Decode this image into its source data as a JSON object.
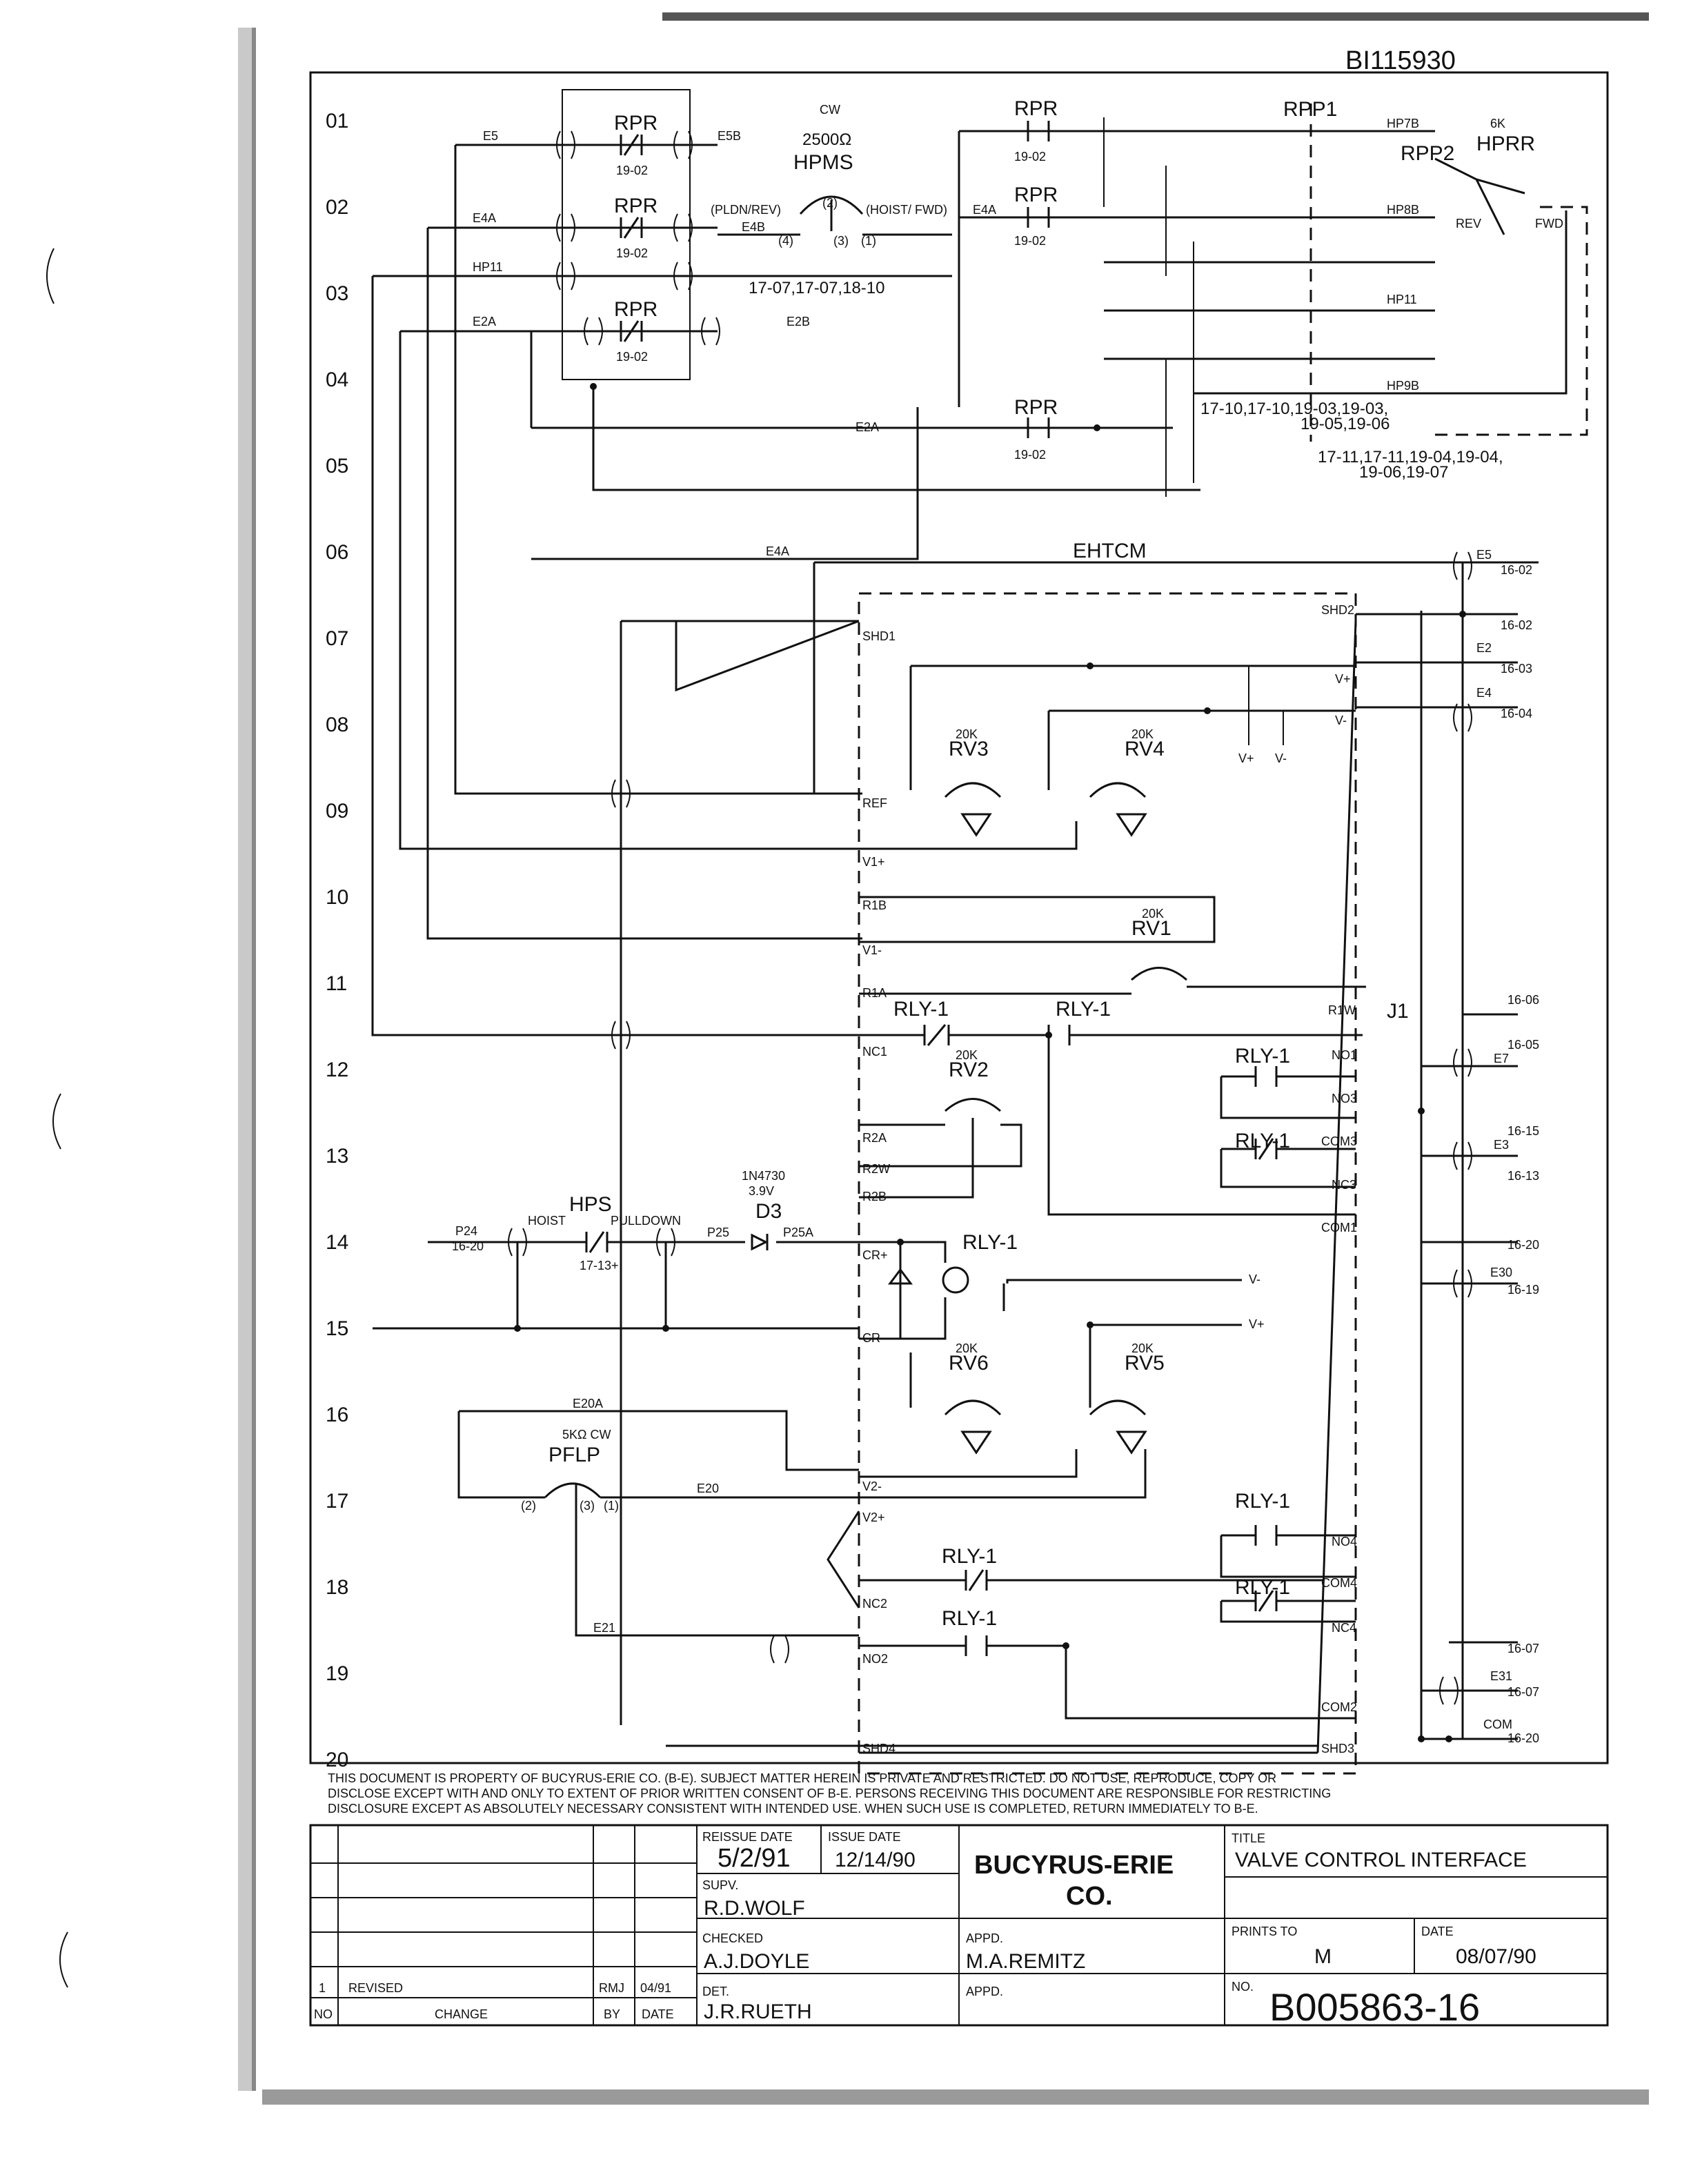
{
  "doc_id": "BI115930",
  "row_numbers": [
    "01",
    "02",
    "03",
    "04",
    "05",
    "06",
    "07",
    "08",
    "09",
    "10",
    "11",
    "12",
    "13",
    "14",
    "15",
    "16",
    "17",
    "18",
    "19",
    "20"
  ],
  "top": {
    "rpr": "RPR",
    "rpr_ref": "19-02",
    "hpms_dir": "CW",
    "hpms_val": "2500Ω",
    "hpms": "HPMS",
    "pldn_rev": "(PLDN/REV)",
    "hoist_fwd": "(HOIST/ FWD)",
    "pin2": "(2)",
    "pin4": "(4)",
    "pin3": "(3)",
    "pin1": "(1)",
    "refs_03": "17-07,17-07,18-10",
    "rpp1": "RPP1",
    "rpp2": "RPP2",
    "hprr_val": "6K",
    "hprr": "HPRR",
    "rev": "REV",
    "fwd": "FWD",
    "refs_04a": "17-10,17-10,19-03,19-03,",
    "refs_04b": "19-05,19-06",
    "refs_05a": "17-11,17-11,19-04,19-04,",
    "refs_05b": "19-06,19-07"
  },
  "wires": {
    "e5": "E5",
    "e5b": "E5B",
    "e4a": "E4A",
    "e4b": "E4B",
    "hp11": "HP11",
    "e2a": "E2A",
    "e2b": "E2B",
    "hp7b": "HP7B",
    "hp8b": "HP8B",
    "hp9b": "HP9B",
    "e20a": "E20A",
    "e20": "E20",
    "e21": "E21",
    "p24": "P24",
    "p25": "P25",
    "p25a": "P25A",
    "e2": "E2",
    "e4": "E4",
    "e7": "E7",
    "e3": "E3",
    "e30": "E30",
    "e31": "E31",
    "com": "COM"
  },
  "ehtcm": {
    "title": "EHTCM",
    "pins_left": [
      "SHD1",
      "REF",
      "V1+",
      "R1B",
      "V1-",
      "R1A",
      "NC1",
      "R2A",
      "R2W",
      "R2B",
      "CR+",
      "CR-",
      "V2-",
      "V2+",
      "NC2",
      "NO2",
      "SHD4"
    ],
    "pins_right": [
      "SHD2",
      "V+",
      "V-",
      "R1W",
      "NO1",
      "NO3",
      "COM3",
      "NC3",
      "COM1",
      "NO4",
      "COM4",
      "NC4",
      "COM2",
      "SHD3"
    ],
    "j1": "J1",
    "rv_value": "20K",
    "rv": [
      "RV3",
      "RV4",
      "RV1",
      "RV2",
      "RV6",
      "RV5"
    ],
    "rly": "RLY-1",
    "vplus": "V+",
    "vminus": "V-"
  },
  "right_refs": [
    "16-02",
    "16-02",
    "16-03",
    "16-04",
    "16-06",
    "16-05",
    "16-15",
    "16-13",
    "16-20",
    "16-19",
    "16-07",
    "16-07",
    "16-20"
  ],
  "lower": {
    "hps": "HPS",
    "hoist": "HOIST",
    "pulldown": "PULLDOWN",
    "hps_ref": "17-13+",
    "p24_ref": "16-20",
    "diode_part": "1N4730",
    "diode_v": "3.9V",
    "d3": "D3",
    "pflp_val": "5KΩ CW",
    "pflp": "PFLP",
    "pflp_pin2": "(2)",
    "pflp_pin3": "(3)",
    "pflp_pin1": "(1)"
  },
  "notice": [
    "THIS DOCUMENT IS PROPERTY OF BUCYRUS-ERIE CO. (B-E). SUBJECT MATTER HEREIN IS PRIVATE AND RESTRICTED. DO NOT USE, REPRODUCE, COPY OR",
    "DISCLOSE EXCEPT WITH AND ONLY TO EXTENT OF PRIOR WRITTEN CONSENT OF B-E. PERSONS RECEIVING THIS DOCUMENT ARE RESPONSIBLE FOR RESTRICTING",
    "DISCLOSURE EXCEPT AS ABSOLUTELY NECESSARY CONSISTENT WITH INTENDED USE. WHEN SUCH USE IS COMPLETED, RETURN IMMEDIATELY TO B-E."
  ],
  "title_block": {
    "reissue_label": "REISSUE DATE",
    "reissue": "5/2/91",
    "issue_label": "ISSUE DATE",
    "issue": "12/14/90",
    "company_1": "BUCYRUS-ERIE",
    "company_2": "CO.",
    "title_label": "TITLE",
    "title": "VALVE CONTROL INTERFACE",
    "supv_label": "SUPV.",
    "supv": "R.D.WOLF",
    "checked_label": "CHECKED",
    "checked": "A.J.DOYLE",
    "appd_label": "APPD.",
    "appd": "M.A.REMITZ",
    "appd2_label": "APPD.",
    "det_label": "DET.",
    "det": "J.R.RUETH",
    "prints_label": "PRINTS TO",
    "prints": "M",
    "date_label": "DATE",
    "date": "08/07/90",
    "no_label": "NO.",
    "no": "B005863-16",
    "rev_no": "1",
    "rev_change": "REVISED",
    "rev_by": "RMJ",
    "rev_date": "04/91",
    "hdr_no": "NO",
    "hdr_change": "CHANGE",
    "hdr_by": "BY",
    "hdr_date": "DATE"
  }
}
